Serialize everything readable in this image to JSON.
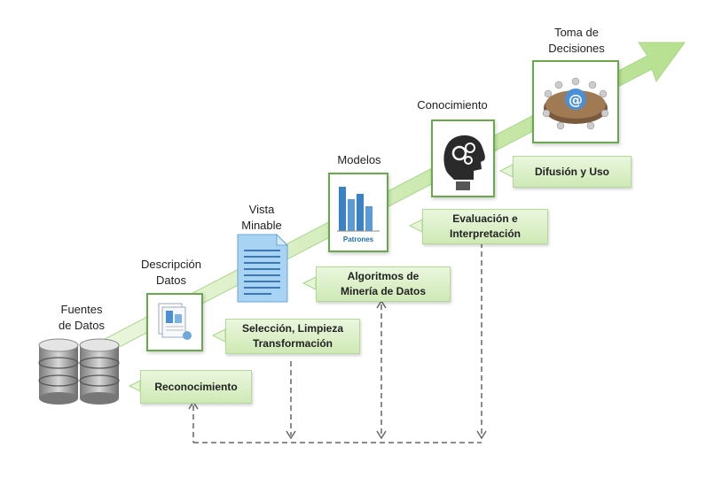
{
  "stages": {
    "fuentes": "Fuentes\nde Datos",
    "descripcion": "Descripción\nDatos",
    "vista": "Vista\nMinable",
    "modelos": "Modelos",
    "conocimiento": "Conocimiento",
    "toma": "Toma de\nDecisiones"
  },
  "processes": {
    "reconocimiento": "Reconocimiento",
    "seleccion": "Selección, Limpieza\nTransformación",
    "algoritmos": "Algoritmos de\nMinería de Datos",
    "evaluacion": "Evaluación e\nInterpretación",
    "difusion": "Difusión y Uso"
  },
  "icons": {
    "patrones_label": "Patrones"
  },
  "colors": {
    "arrow": "#c7e8a8",
    "box_fill": "#dff0cb",
    "node_border": "#6aa84f",
    "dashed_line": "#666666"
  }
}
